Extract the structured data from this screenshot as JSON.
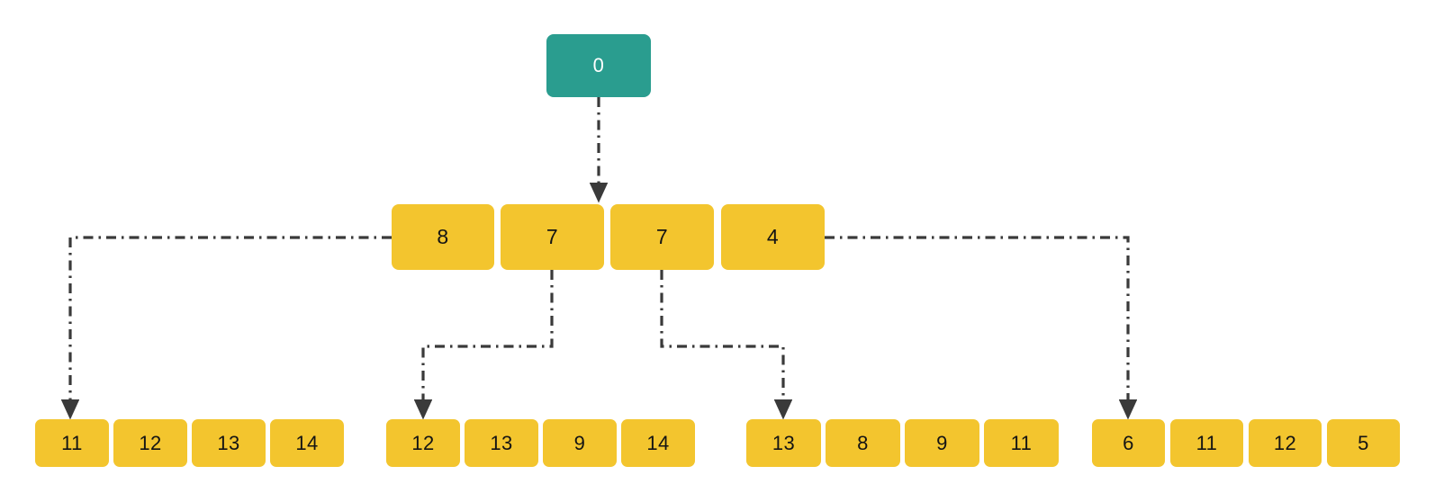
{
  "diagram": {
    "background": "#FFFFFF",
    "root": {
      "value": "0"
    },
    "level1": {
      "values": [
        "8",
        "7",
        "7",
        "4"
      ]
    },
    "leaf_groups": [
      {
        "values": [
          "11",
          "12",
          "13",
          "14"
        ]
      },
      {
        "values": [
          "12",
          "13",
          "9",
          "14"
        ]
      },
      {
        "values": [
          "13",
          "8",
          "9",
          "11"
        ]
      },
      {
        "values": [
          "6",
          "11",
          "12",
          "5"
        ]
      }
    ],
    "edges": [
      {
        "from": "root-node",
        "to": "level1-row",
        "style": "dash-dot-arrow"
      },
      {
        "from": "level1-node-1",
        "to": "leaf-group-1-node-1",
        "style": "dash-dot-arrow"
      },
      {
        "from": "level1-node-2",
        "to": "leaf-group-2-node-1",
        "style": "dash-dot-arrow"
      },
      {
        "from": "level1-node-3",
        "to": "leaf-group-3-node-1",
        "style": "dash-dot-arrow"
      },
      {
        "from": "level1-node-4",
        "to": "leaf-group-4-node-1",
        "style": "dash-dot-arrow"
      }
    ],
    "colors": {
      "root_fill": "#2A9D8F",
      "root_text": "#FFFFFF",
      "node_fill": "#F3C52E",
      "node_text": "#141414",
      "connector": "#3A3A3A"
    }
  }
}
